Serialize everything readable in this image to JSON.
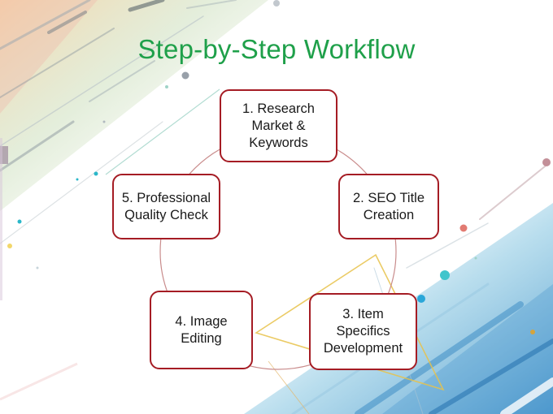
{
  "title": "Step-by-Step Workflow",
  "steps": [
    {
      "label": "1. Research\nMarket &\nKeywords"
    },
    {
      "label": "2. SEO Title\nCreation"
    },
    {
      "label": "3. Item\nSpecifics\nDevelopment"
    },
    {
      "label": "4. Image\nEditing"
    },
    {
      "label": "5. Professional\nQuality Check"
    }
  ],
  "colors": {
    "title": "#1fa04a",
    "box_border": "#a51c24",
    "cycle_line": "#c98c8c",
    "accent_yellow": "#e8c24a",
    "accent_teal": "#2ab7c9",
    "accent_blue": "#3a8fc7"
  }
}
